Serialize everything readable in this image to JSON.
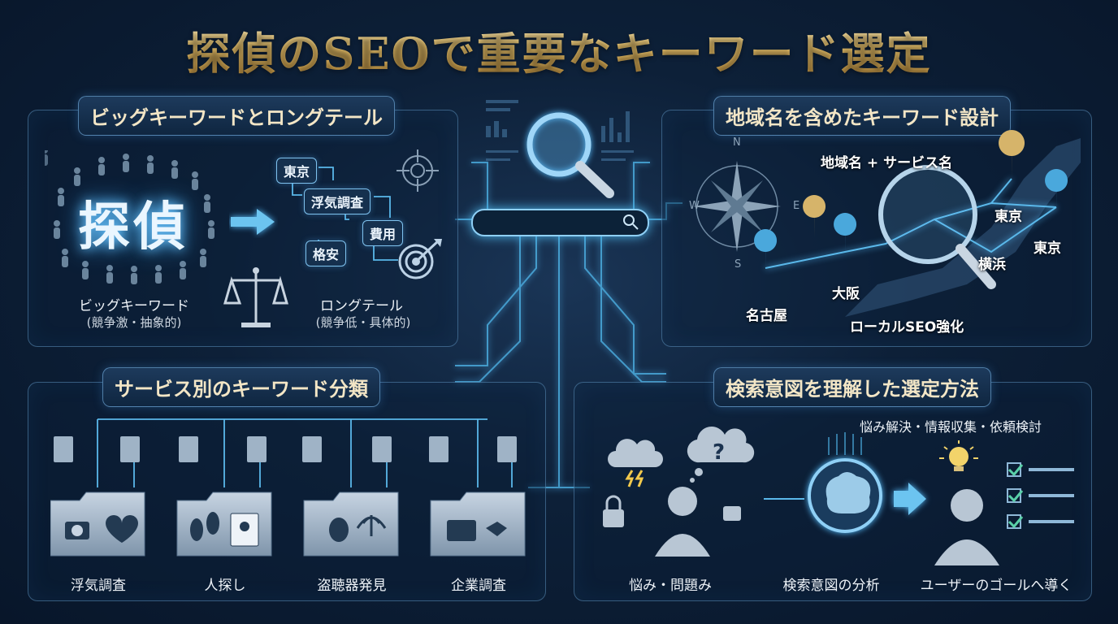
{
  "title": "探偵のSEOで重要なキーワード選定",
  "panels": {
    "top_left": {
      "title": "ビッグキーワードとロングテール",
      "big_word": "探偵",
      "keywords": [
        "東京",
        "浮気調査",
        "費用",
        "格安"
      ],
      "big_label": "ビッグキーワード",
      "big_sub": "(競争激・抽象的)",
      "long_label": "ロングテール",
      "long_sub": "(競争低・具体的)"
    },
    "top_right": {
      "title": "地域名を含めたキーワード設計",
      "formula": "地域名 + サービス名",
      "cities": [
        "東京",
        "東京",
        "横浜",
        "大阪",
        "名古屋"
      ],
      "caption": "ローカルSEO強化",
      "compass": [
        "N",
        "E",
        "W",
        "S"
      ]
    },
    "bottom_left": {
      "title": "サービス別のキーワード分類",
      "folders": [
        "浮気調査",
        "人探し",
        "盗聴器発見",
        "企業調査"
      ]
    },
    "bottom_right": {
      "title": "検索意図を理解した選定方法",
      "intent_note": "悩み解決・情報収集・依頼検討",
      "step1": "悩み・問題み",
      "step2": "検索意図の分析",
      "step3": "ユーザーのゴールへ導く"
    }
  },
  "colors": {
    "accent": "#4fb6ea",
    "gold": "#e6c06a",
    "bg": "#0d2038"
  }
}
